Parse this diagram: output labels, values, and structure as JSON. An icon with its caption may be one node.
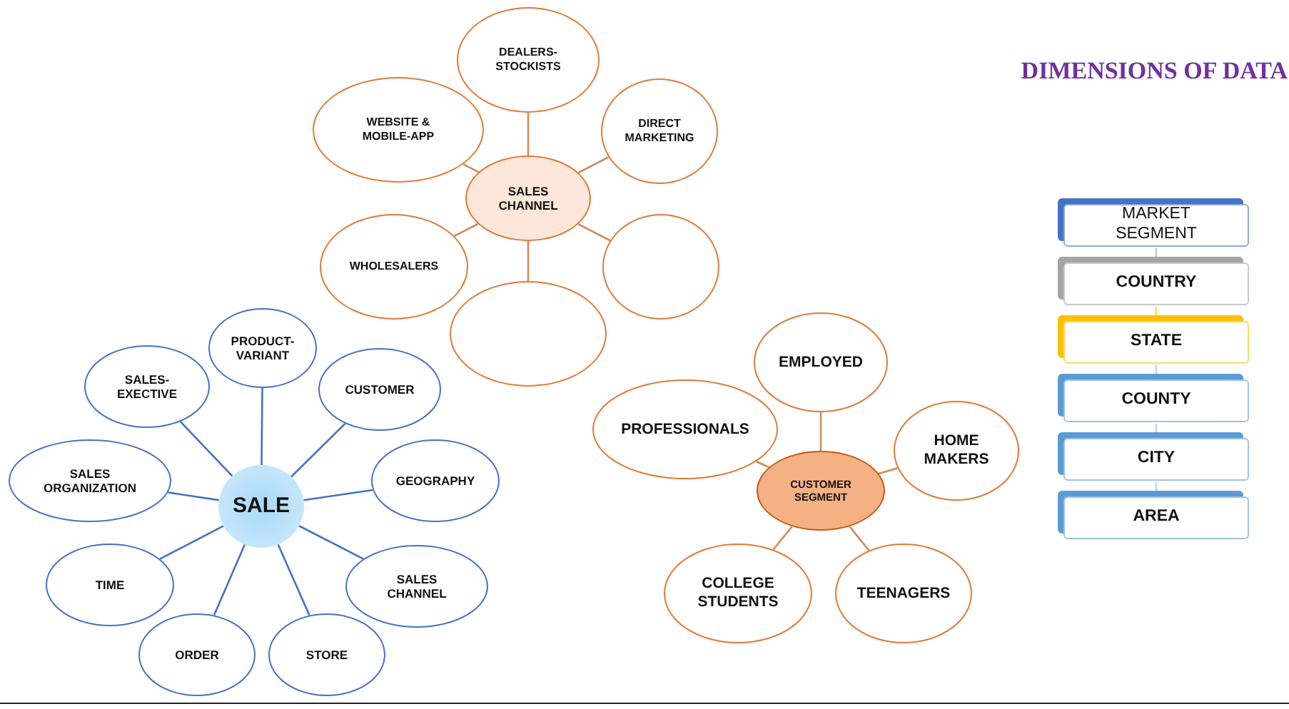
{
  "diagram": {
    "title": "DIMENSIONS OF DATA",
    "nodes": [
      {
        "text": [
          "SALES CHANNEL"
        ]
      },
      {
        "text": [
          "DEALERS- STOCKISTS"
        ]
      },
      {
        "text": [
          "WEBSITE & MOBILE-APP"
        ]
      },
      {
        "text": [
          "DIRECT MARKETING"
        ]
      },
      {
        "text": [
          "WHOLESALERS"
        ]
      },
      {
        "text": [],
        "shape": "ellipse"
      },
      {
        "text": [],
        "shape": "ellipse"
      },
      {
        "text": [
          "SALE"
        ]
      },
      {
        "text": [
          "PRODUCT- VARIANT"
        ]
      },
      {
        "text": [
          "SALES- EXECTIVE"
        ]
      },
      {
        "text": [
          "CUSTOMER"
        ]
      },
      {
        "text": [
          "SALES ORGANIZATION"
        ]
      },
      {
        "text": [
          "GEOGRAPHY"
        ]
      },
      {
        "text": [
          "TIME"
        ]
      },
      {
        "text": [
          "SALES CHANNEL"
        ]
      },
      {
        "text": [
          "ORDER"
        ]
      },
      {
        "text": [
          "STORE"
        ]
      },
      {
        "text": [
          "CUSTOMER SEGMENT"
        ]
      },
      {
        "text": [
          "EMPLOYED"
        ]
      },
      {
        "text": [
          "PROFESSIONALS"
        ]
      },
      {
        "text": [
          "HOME MAKERS"
        ]
      },
      {
        "text": [
          "COLLEGE STUDENTS"
        ]
      },
      {
        "text": [
          "TEENAGERS"
        ]
      },
      {
        "text": [
          "MARKET SEGMENT"
        ]
      },
      {
        "text": [
          "COUNTRY"
        ]
      },
      {
        "text": [
          "STATE"
        ]
      },
      {
        "text": [
          "COUNTY"
        ]
      },
      {
        "text": [
          "CITY"
        ]
      },
      {
        "text": [
          "AREA"
        ]
      }
    ],
    "edges": [
      {
        "from": 0,
        "to": 1,
        "arrow": "none"
      },
      {
        "from": 0,
        "to": 2,
        "arrow": "none"
      },
      {
        "from": 0,
        "to": 3,
        "arrow": "none"
      },
      {
        "from": 0,
        "to": 4,
        "arrow": "none"
      },
      {
        "from": 0,
        "to": 5,
        "arrow": "none"
      },
      {
        "from": 0,
        "to": 6,
        "arrow": "none"
      },
      {
        "from": 7,
        "to": 8,
        "arrow": "none",
        "color": "#4472c4"
      },
      {
        "from": 7,
        "to": 9,
        "arrow": "none",
        "color": "#4472c4"
      },
      {
        "from": 7,
        "to": 10,
        "arrow": "none",
        "color": "#4472c4"
      },
      {
        "from": 7,
        "to": 11,
        "arrow": "none",
        "color": "#4472c4"
      },
      {
        "from": 7,
        "to": 12,
        "arrow": "none",
        "color": "#4472c4"
      },
      {
        "from": 7,
        "to": 13,
        "arrow": "none",
        "color": "#4472c4"
      },
      {
        "from": 7,
        "to": 14,
        "arrow": "none",
        "color": "#4472c4"
      },
      {
        "from": 7,
        "to": 15,
        "arrow": "none",
        "color": "#4472c4"
      },
      {
        "from": 7,
        "to": 16,
        "arrow": "none",
        "color": "#4472c4"
      },
      {
        "from": 17,
        "to": 18,
        "arrow": "none"
      },
      {
        "from": 17,
        "to": 19,
        "arrow": "none"
      },
      {
        "from": 17,
        "to": 20,
        "arrow": "none"
      },
      {
        "from": 17,
        "to": 21,
        "arrow": "none"
      },
      {
        "from": 17,
        "to": 22,
        "arrow": "none"
      },
      {
        "from": 23,
        "to": 24,
        "arrow": "none",
        "color": "#c9c9c9"
      },
      {
        "from": 24,
        "to": 25,
        "arrow": "none",
        "color": "#ffd966"
      },
      {
        "from": 25,
        "to": 26,
        "arrow": "none",
        "color": "#bdd7ee"
      },
      {
        "from": 26,
        "to": 27,
        "arrow": "none",
        "color": "#bdd7ee"
      },
      {
        "from": 27,
        "to": 28,
        "arrow": "none",
        "color": "#bdd7ee"
      }
    ]
  }
}
